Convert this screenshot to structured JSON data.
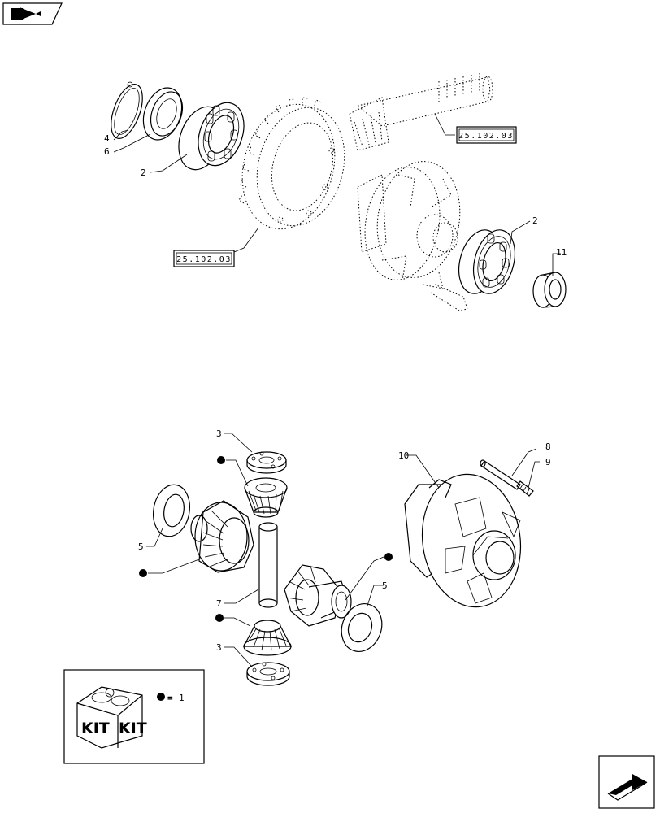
{
  "header": {
    "nav_icon": "back-arrow-icon"
  },
  "footer": {
    "nav_icon": "next-page-arrow-icon"
  },
  "references": {
    "ref_a": "25.102.03",
    "ref_b": "25.102.03"
  },
  "callouts": {
    "c4": "4",
    "c6": "6",
    "c2_top": "2",
    "c2_right": "2",
    "c11": "11",
    "c3_top": "3",
    "c3_bottom": "3",
    "c5_left": "5",
    "c5_right": "5",
    "c7": "7",
    "c10": "10",
    "c8": "8",
    "c9": "9"
  },
  "kit_legend": {
    "kit_label_1": "KIT",
    "kit_label_2": "KIT",
    "equals": "=",
    "item": "1"
  }
}
